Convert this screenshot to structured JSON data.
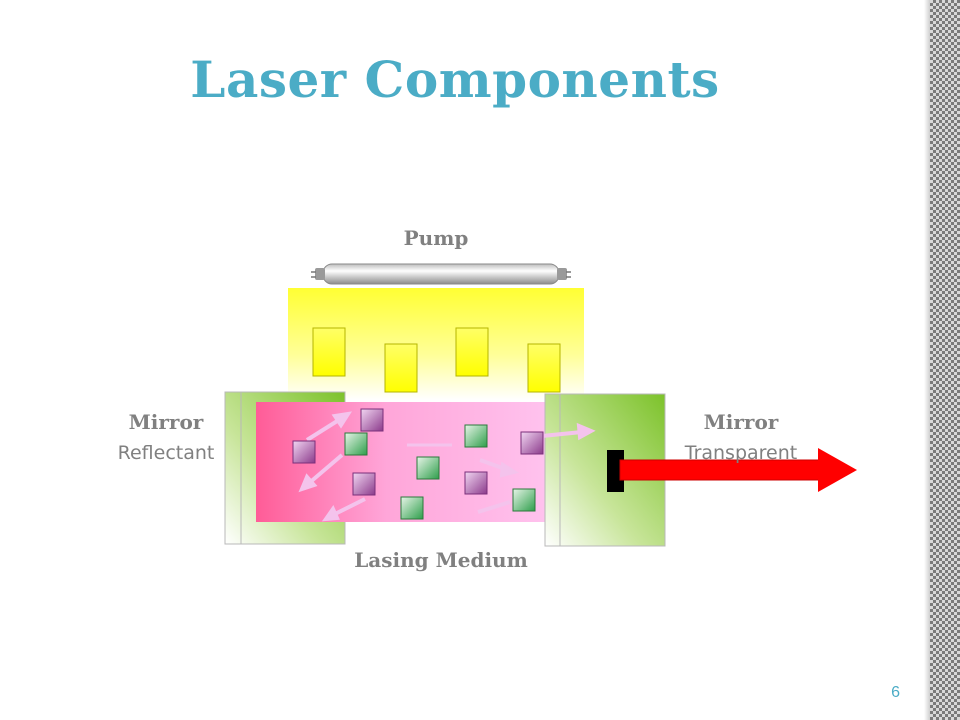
{
  "slide": {
    "title": "Laser Components",
    "page_number": "6"
  },
  "labels": {
    "pump": "Pump",
    "mirror_left_title": "Mirror",
    "mirror_left_sub": "Reflectant",
    "mirror_right_title": "Mirror",
    "mirror_right_sub": "Transparent",
    "lasing_medium": "Lasing Medium"
  },
  "colors": {
    "title": "#4BACC6",
    "label_text": "#808080",
    "pump_light": "#FFFF66",
    "lasing_medium_pink": "#FF6FA5",
    "mirror_green": "#8DC63F",
    "laser_beam": "#FF0000"
  },
  "icons": [
    "pump-lamp-tube",
    "photon-arrow",
    "laser-beam-arrow"
  ]
}
